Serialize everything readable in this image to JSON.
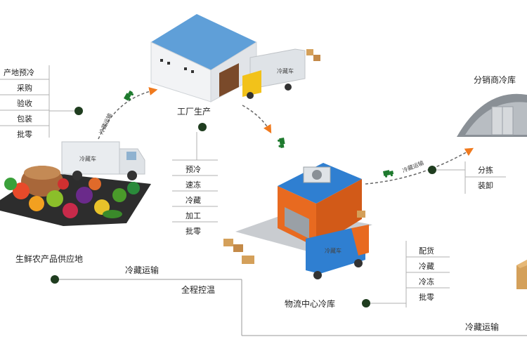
{
  "nodes": {
    "supply_base": {
      "label": "生鲜农产品供应地",
      "steps": [
        "产地预冷",
        "采购",
        "验收",
        "包装",
        "批零"
      ]
    },
    "factory": {
      "label": "工厂生产",
      "steps": [
        "预冷",
        "速冻",
        "冷藏",
        "加工",
        "批零"
      ]
    },
    "logistics_center": {
      "label": "物流中心冷库",
      "steps": [
        "配货",
        "冷藏",
        "冷冻",
        "批零"
      ]
    },
    "distributor": {
      "label": "分销商冷库",
      "steps": [
        "分拣",
        "装卸"
      ]
    }
  },
  "edges": {
    "supply_to_factory": "冷藏运输",
    "center_to_distributor": "冷藏运输",
    "bottom_left": "冷藏运输",
    "bottom_right": "冷藏运输",
    "full_control": "全程控温"
  },
  "truck_labels": {
    "left_truck": "冷藏车",
    "factory_truck": "冷藏车",
    "center_truck": "冷藏车"
  },
  "colors": {
    "dot": "#1f3d1f",
    "truck_icon": "#1e7a2e",
    "arrow": "#f07a1e",
    "building_blue": "#2f7fd1",
    "building_orange": "#e86a20",
    "roof_blue": "#5f9fd8"
  }
}
